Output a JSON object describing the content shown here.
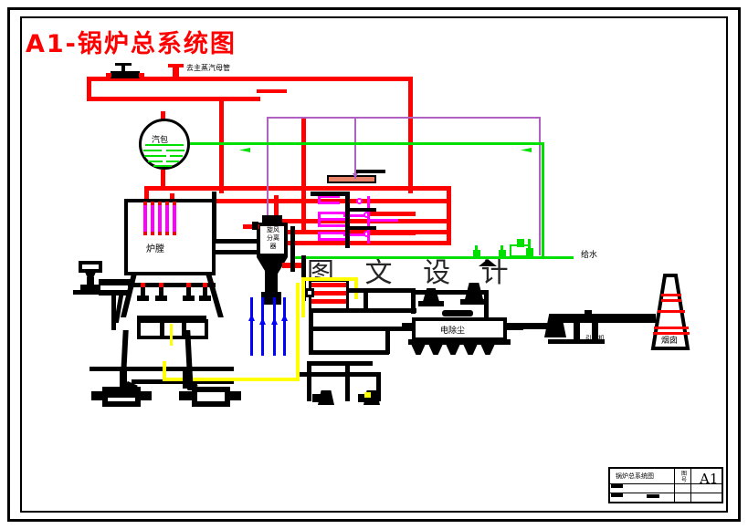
{
  "drawing": {
    "title": "A1-锅炉总系统图",
    "title_color": "#ff0000",
    "watermark": "图 文 设 计",
    "frame": "drawing-border"
  },
  "labels": {
    "main_steam": "去主蒸汽母管",
    "drum": "汽包",
    "furnace": "炉膛",
    "cyclone": "旋风分离器",
    "esp": "电除尘",
    "stack": "烟囱",
    "feedwater": "给水",
    "id_fan": "引风机"
  },
  "title_block": {
    "name": "锅炉总系统图",
    "key": "图号",
    "value": "A1"
  },
  "colors": {
    "steam_red": "#ff0000",
    "water_green": "#00e000",
    "superheat_magenta": "#ff00ff",
    "spray_purple": "#b060c0",
    "downcomer_blue": "#0000ff",
    "ash_yellow": "#ffff00",
    "equipment_black": "#000000",
    "attemperator_salmon": "#e8836a"
  }
}
